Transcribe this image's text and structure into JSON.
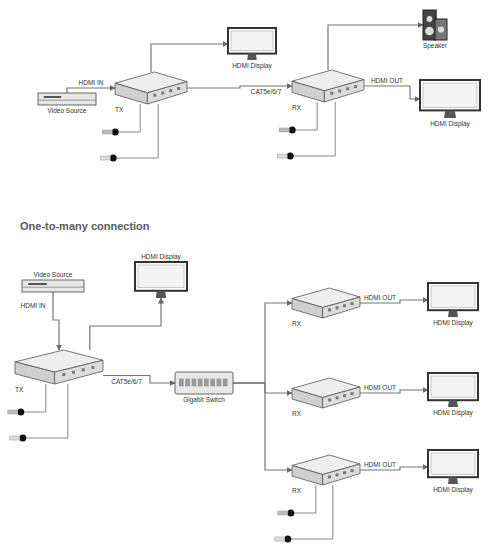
{
  "diagram": {
    "nodes": [
      {
        "text": [
          "Video Source"
        ]
      },
      {
        "text": [
          "TX"
        ]
      },
      {
        "text": [
          "HDMI Display"
        ]
      },
      {
        "text": [
          "RX"
        ]
      },
      {
        "text": [
          "Speaker"
        ]
      },
      {
        "text": [
          "HDMI Display"
        ]
      },
      {
        "text": [
          "Video Source"
        ]
      },
      {
        "text": [
          "HDMI Display"
        ]
      },
      {
        "text": [
          "TX"
        ]
      },
      {
        "text": [
          "Gigabit Switch"
        ]
      },
      {
        "text": [
          "RX"
        ]
      },
      {
        "text": [
          "HDMI Display"
        ]
      },
      {
        "text": [
          "RX"
        ]
      },
      {
        "text": [
          "HDMI Display"
        ]
      },
      {
        "text": [
          "RX"
        ]
      },
      {
        "text": [
          "HDMI Display"
        ]
      }
    ],
    "edges": [
      {
        "from": 0,
        "to": 1,
        "label": "HDMI IN",
        "arrow": "to"
      },
      {
        "from": 1,
        "to": 2,
        "arrow": "to"
      },
      {
        "from": 1,
        "to": 3,
        "label": "CAT5e/6/7",
        "arrow": "to"
      },
      {
        "from": 3,
        "to": 4,
        "arrow": "to"
      },
      {
        "from": 3,
        "to": 5,
        "label": "HDMI OUT",
        "arrow": "to"
      },
      {
        "from": 6,
        "to": 8,
        "label": "HDMI IN",
        "arrow": "to"
      },
      {
        "from": 8,
        "to": 7,
        "arrow": "to"
      },
      {
        "from": 8,
        "to": 9,
        "label": "CAT5e/6/7",
        "arrow": "to"
      },
      {
        "from": 9,
        "to": 10,
        "arrow": "to"
      },
      {
        "from": 9,
        "to": 12,
        "arrow": "to"
      },
      {
        "from": 9,
        "to": 14,
        "arrow": "to"
      },
      {
        "from": 10,
        "to": 11,
        "label": "HDMI OUT",
        "arrow": "to"
      },
      {
        "from": 12,
        "to": 13,
        "label": "HDMI OUT",
        "arrow": "to"
      },
      {
        "from": 14,
        "to": 15,
        "label": "HDMI OUT",
        "arrow": "to"
      }
    ],
    "labels": [
      "One-to-many connection"
    ]
  }
}
